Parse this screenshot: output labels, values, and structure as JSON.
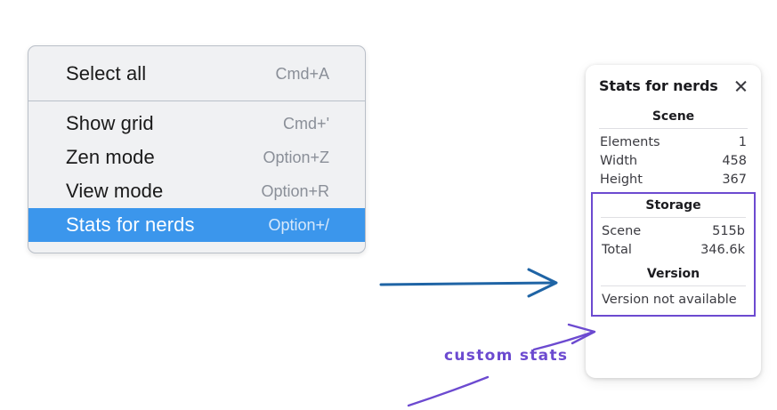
{
  "context_menu": {
    "name": "canvas-context-menu",
    "sections": [
      {
        "items": [
          {
            "label": "Select all",
            "shortcut": "Cmd+A",
            "selected": false
          }
        ]
      },
      {
        "items": [
          {
            "label": "Show grid",
            "shortcut": "Cmd+'",
            "selected": false
          },
          {
            "label": "Zen mode",
            "shortcut": "Option+Z",
            "selected": false
          },
          {
            "label": "View mode",
            "shortcut": "Option+R",
            "selected": false
          },
          {
            "label": "Stats for nerds",
            "shortcut": "Option+/",
            "selected": true
          }
        ]
      }
    ],
    "highlight_color": "#3b96ec"
  },
  "stats_panel": {
    "title": "Stats for nerds",
    "close_icon": "close-icon",
    "scene": {
      "heading": "Scene",
      "rows": [
        {
          "label": "Elements",
          "value": "1"
        },
        {
          "label": "Width",
          "value": "458"
        },
        {
          "label": "Height",
          "value": "367"
        }
      ]
    },
    "storage": {
      "heading": "Storage",
      "rows": [
        {
          "label": "Scene",
          "value": "515b"
        },
        {
          "label": "Total",
          "value": "346.6k"
        }
      ]
    },
    "version": {
      "heading": "Version",
      "note": "Version not available"
    },
    "highlight_border_color": "#6c4ad0"
  },
  "annotations": {
    "blue_arrow": {
      "name": "blue-flow-arrow",
      "color": "#1f64a5"
    },
    "custom_stats_label": "custom stats",
    "purple_color": "#6c4ad0"
  }
}
